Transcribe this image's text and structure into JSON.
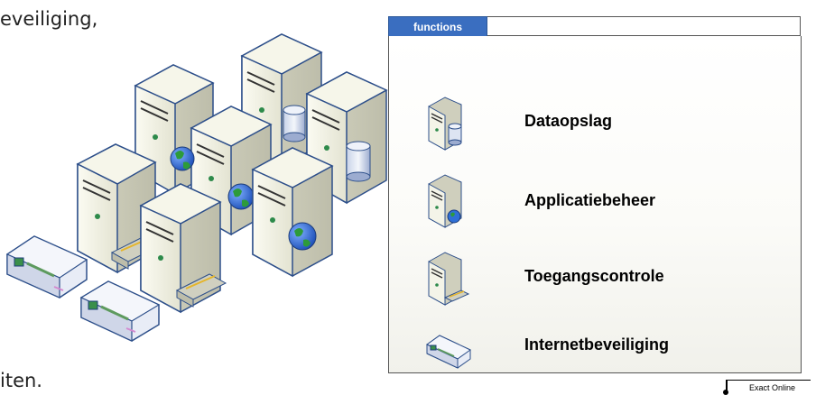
{
  "fragments": {
    "top": "eveiliging,",
    "bottom": "iten."
  },
  "panel": {
    "tab_label": "functions",
    "functions": [
      {
        "label": "Dataopslag",
        "icon": "server-database-icon"
      },
      {
        "label": "Applicatiebeheer",
        "icon": "server-globe-icon"
      },
      {
        "label": "Toegangscontrole",
        "icon": "server-drive-icon"
      },
      {
        "label": "Internetbeveiliging",
        "icon": "network-device-icon"
      }
    ]
  },
  "footer": {
    "label": "Exact Online"
  },
  "colors": {
    "tab": "#3a6ec0",
    "server_body": "#efefe0",
    "server_side": "#cfcfbd",
    "outline": "#2d4f8a",
    "globe_blue": "#2f6fd6",
    "globe_green": "#2d9b3a"
  }
}
